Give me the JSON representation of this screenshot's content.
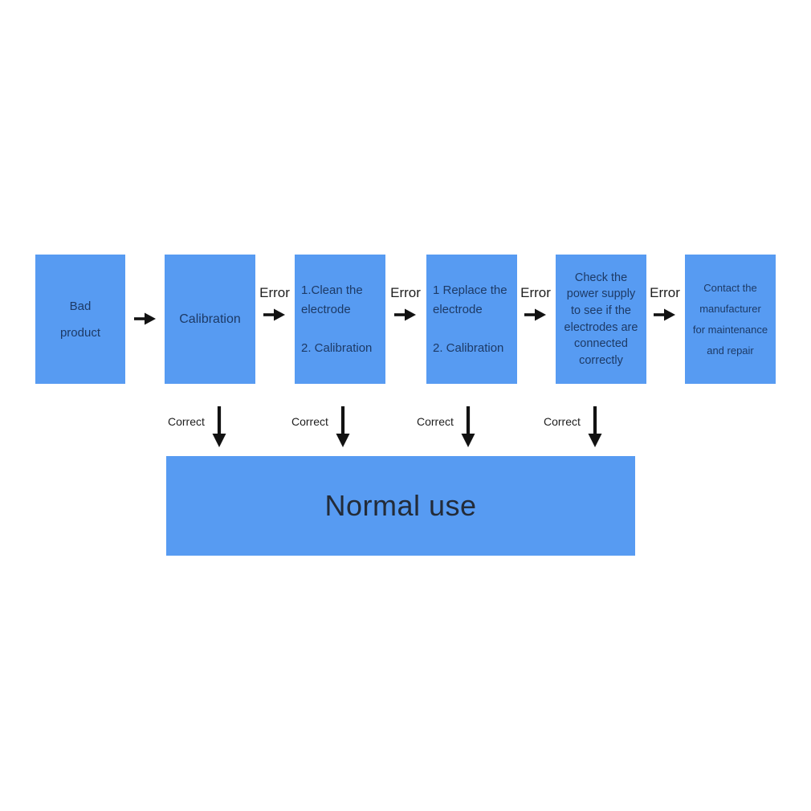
{
  "diagram": {
    "colors": {
      "bg": "#ffffff",
      "box-fill": "#579bf2",
      "box-text": "#1d3a66",
      "label-text": "#1e1e1e",
      "arrow": "#121212",
      "normal-use-text": "#232b38"
    },
    "boxes": [
      {
        "name": "bad-product",
        "text": "Bad\nproduct"
      },
      {
        "name": "calibration",
        "text": "Calibration"
      },
      {
        "name": "clean-electrode",
        "text": "1.Clean the\nelectrode\n\n2. Calibration"
      },
      {
        "name": "replace-electrode",
        "text": "1 Replace the\nelectrode\n\n2. Calibration"
      },
      {
        "name": "check-power-supply",
        "text": "Check the\npower supply\nto see if the\nelectrodes are\nconnected\ncorrectly"
      },
      {
        "name": "contact-manufacturer",
        "text": "Contact the\nmanufacturer\nfor maintenance\nand repair"
      }
    ],
    "error_label": "Error",
    "correct_label": "Correct",
    "normal_use_label": "Normal use"
  }
}
